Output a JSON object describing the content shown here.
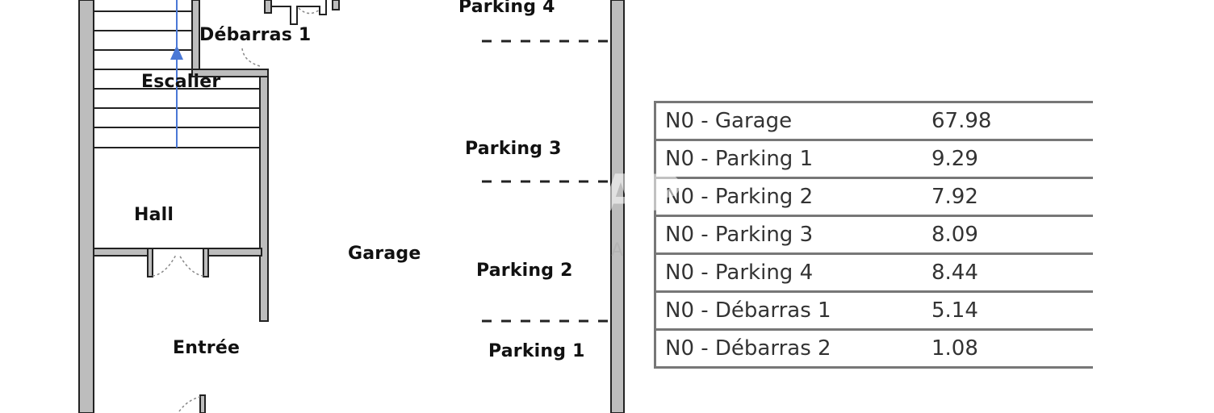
{
  "rooms": {
    "escalier": "Escalier",
    "debarras1": "Débarras 1",
    "hall": "Hall",
    "entree": "Entrée",
    "garage": "Garage",
    "parking1": "Parking 1",
    "parking2": "Parking 2",
    "parking3": "Parking 3",
    "parking4": "Parking 4"
  },
  "area_table": [
    {
      "name": "N0 - Garage",
      "area": "67.98"
    },
    {
      "name": "N0 - Parking 1",
      "area": "9.29"
    },
    {
      "name": "N0 - Parking 2",
      "area": "7.92"
    },
    {
      "name": "N0 - Parking 3",
      "area": "8.09"
    },
    {
      "name": "N0 - Parking 4",
      "area": "8.44"
    },
    {
      "name": "N0 - Débarras 1",
      "area": "5.14"
    },
    {
      "name": "N0 - Débarras 2",
      "area": "1.08"
    }
  ],
  "watermark": "AP",
  "watermark_small": "A"
}
